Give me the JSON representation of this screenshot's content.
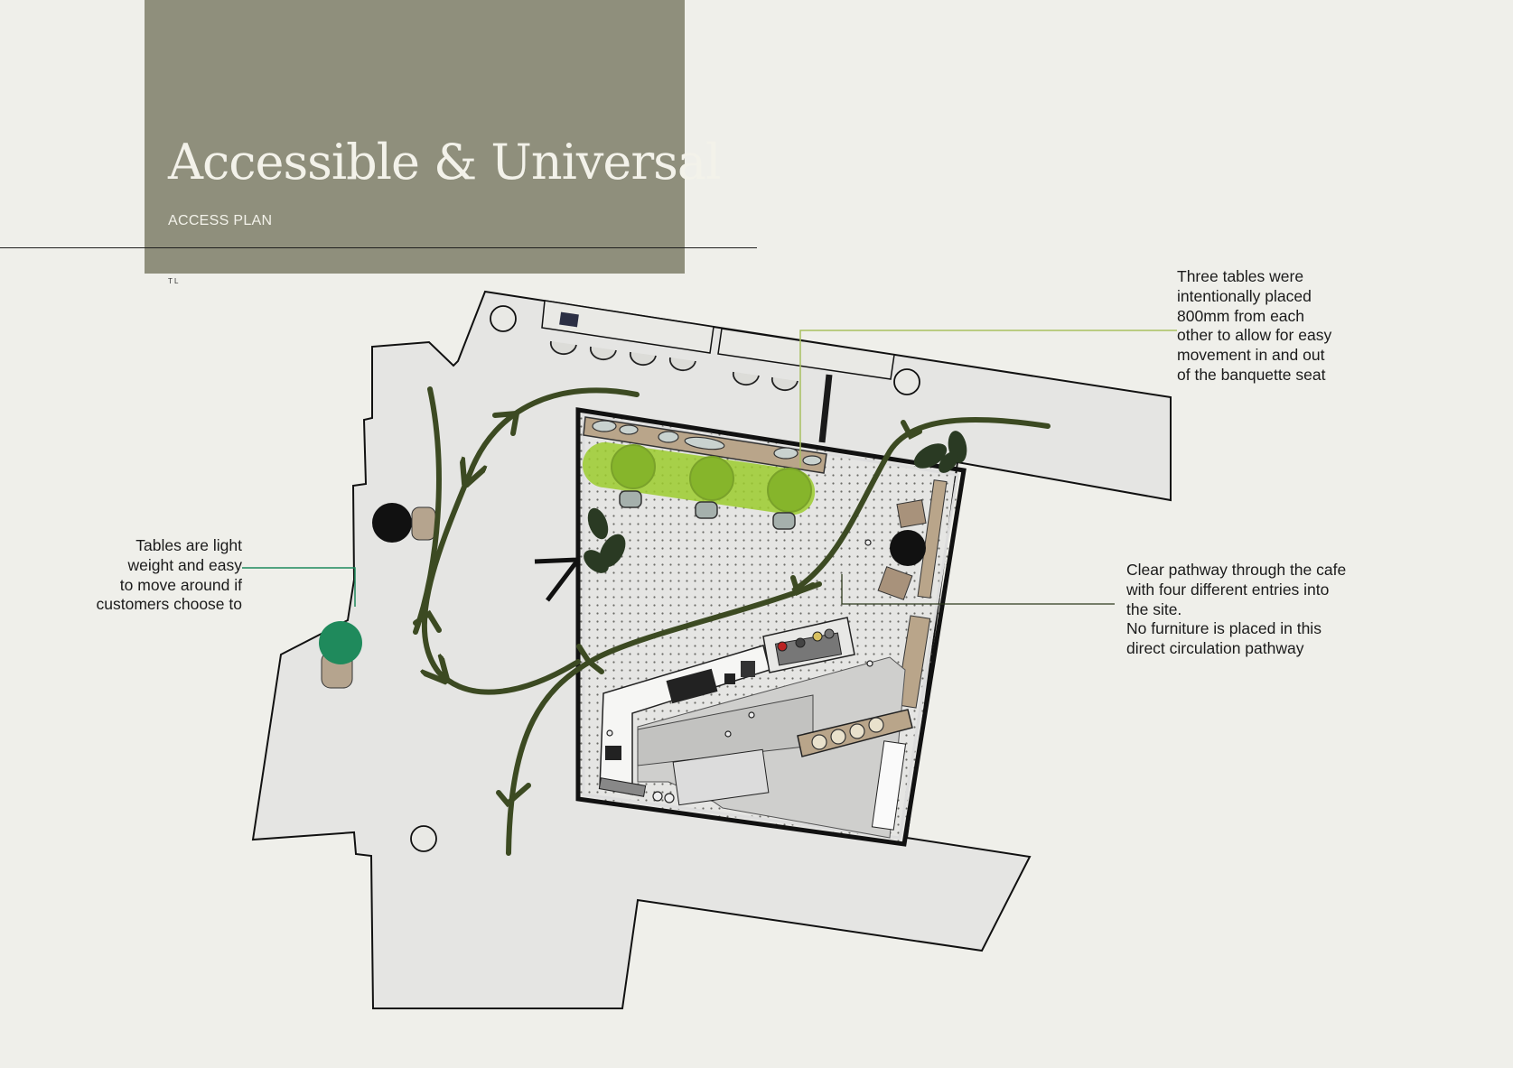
{
  "header": {
    "title": "Accessible & Universal",
    "subtitle": "ACCESS PLAN",
    "mark": "T L"
  },
  "annotations": {
    "tables_spacing": {
      "lines": [
        "Three tables were",
        "intentionally placed",
        "800mm from each",
        "other to allow for easy",
        "movement in and out",
        "of the banquette seat"
      ]
    },
    "pathway": {
      "lines": [
        "Clear pathway through the cafe",
        "with four different entries into",
        "the site.",
        "No furniture is placed in this",
        "direct circulation pathway"
      ]
    },
    "light_tables": {
      "lines": [
        "Tables are light",
        "weight and easy",
        "to move around if",
        "customers choose to"
      ]
    }
  },
  "colors": {
    "header_block": "#8f8f7c",
    "background": "#efefea",
    "site_fill": "#e5e5e3",
    "circulation_arrow": "#3c4a22",
    "banquette_highlight": "#9ccc2e",
    "movable_table": "#1f8a5c",
    "leader_tables": "#a8c060",
    "leader_light": "#1f8a5c",
    "leader_pathway": "#2f3b1e"
  }
}
